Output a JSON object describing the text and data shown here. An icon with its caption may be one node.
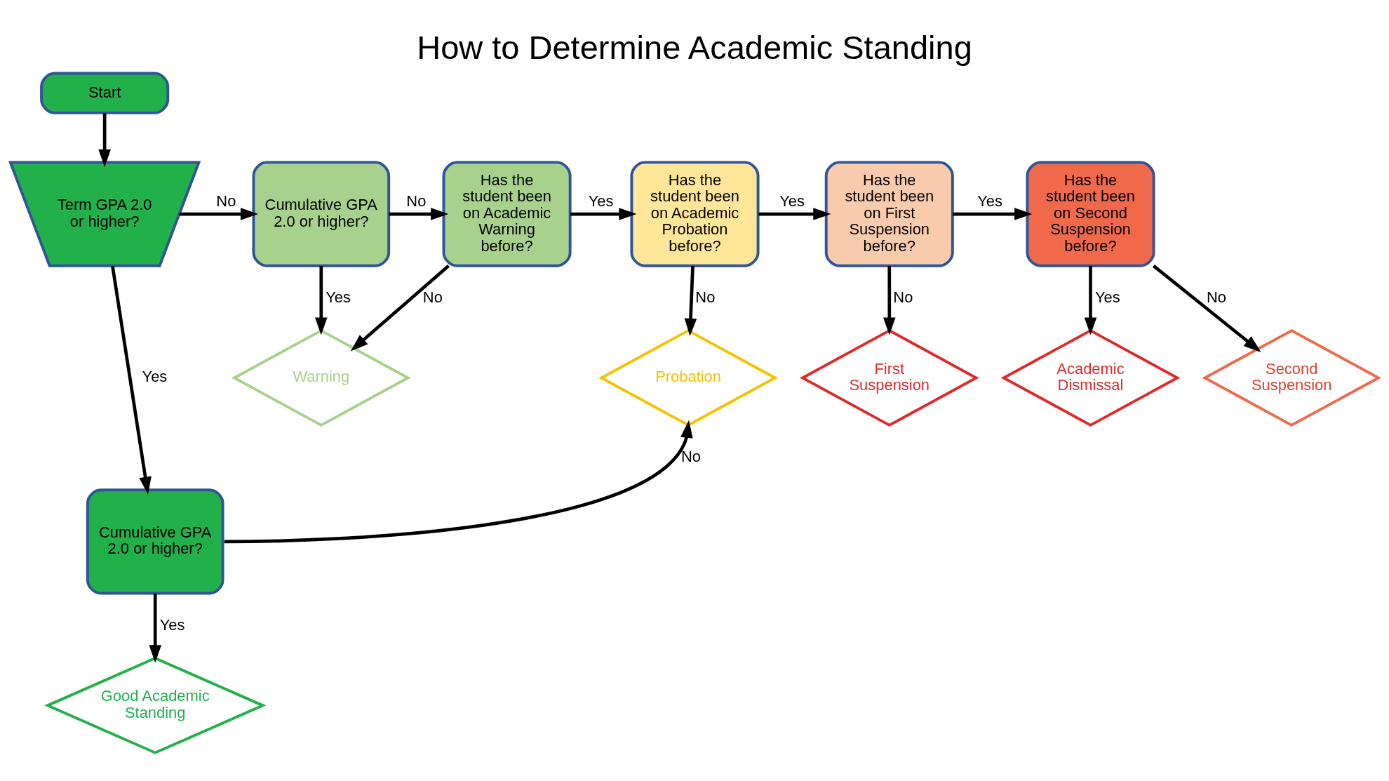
{
  "diagram": {
    "title": "How to Determine Academic Standing",
    "nodes": [
      {
        "text": [
          "Start"
        ]
      },
      {
        "text": [
          "Term GPA 2.0 or higher?"
        ]
      },
      {
        "text": [
          "Cumulative GPA 2.0 or higher?"
        ]
      },
      {
        "text": [
          "Has the student been on Academic Warning before?"
        ]
      },
      {
        "text": [
          "Has the student been on Academic Probation before?"
        ]
      },
      {
        "text": [
          "Has the student been on First Suspension before?"
        ]
      },
      {
        "text": [
          "Has the student been on Second Suspension before?"
        ]
      },
      {
        "text": [
          "Cumulative GPA 2.0 or higher?"
        ]
      },
      {
        "text": [
          "Warning"
        ]
      },
      {
        "text": [
          "Probation"
        ]
      },
      {
        "text": [
          "First Suspension"
        ]
      },
      {
        "text": [
          "Second Suspension"
        ]
      },
      {
        "text": [
          "Academic Dismissal"
        ]
      },
      {
        "text": [
          "Good Academic Standing"
        ]
      }
    ],
    "edges": [
      {
        "from": 0,
        "to": 1,
        "arrow": "to"
      },
      {
        "from": 1,
        "to": 2,
        "label": "No",
        "arrow": "to"
      },
      {
        "from": 2,
        "to": 3,
        "label": "No",
        "arrow": "to"
      },
      {
        "from": 3,
        "to": 4,
        "label": "Yes",
        "arrow": "to"
      },
      {
        "from": 4,
        "to": 5,
        "label": "Yes",
        "arrow": "to"
      },
      {
        "from": 5,
        "to": 6,
        "label": "Yes",
        "arrow": "to"
      },
      {
        "from": 1,
        "to": 7,
        "label": "Yes",
        "arrow": "to"
      },
      {
        "from": 2,
        "to": 8,
        "label": "Yes",
        "arrow": "to"
      },
      {
        "from": 3,
        "to": 8,
        "label": "No",
        "arrow": "to"
      },
      {
        "from": 4,
        "to": 9,
        "label": "No",
        "arrow": "to"
      },
      {
        "from": 5,
        "to": 10,
        "label": "No",
        "arrow": "to"
      },
      {
        "from": 6,
        "to": 11,
        "label": "No",
        "arrow": "to"
      },
      {
        "from": 6,
        "to": 12,
        "label": "Yes",
        "arrow": "to"
      },
      {
        "from": 7,
        "to": 9,
        "label": "No",
        "arrow": "to"
      },
      {
        "from": 7,
        "to": 13,
        "label": "Yes",
        "arrow": "to"
      }
    ]
  }
}
